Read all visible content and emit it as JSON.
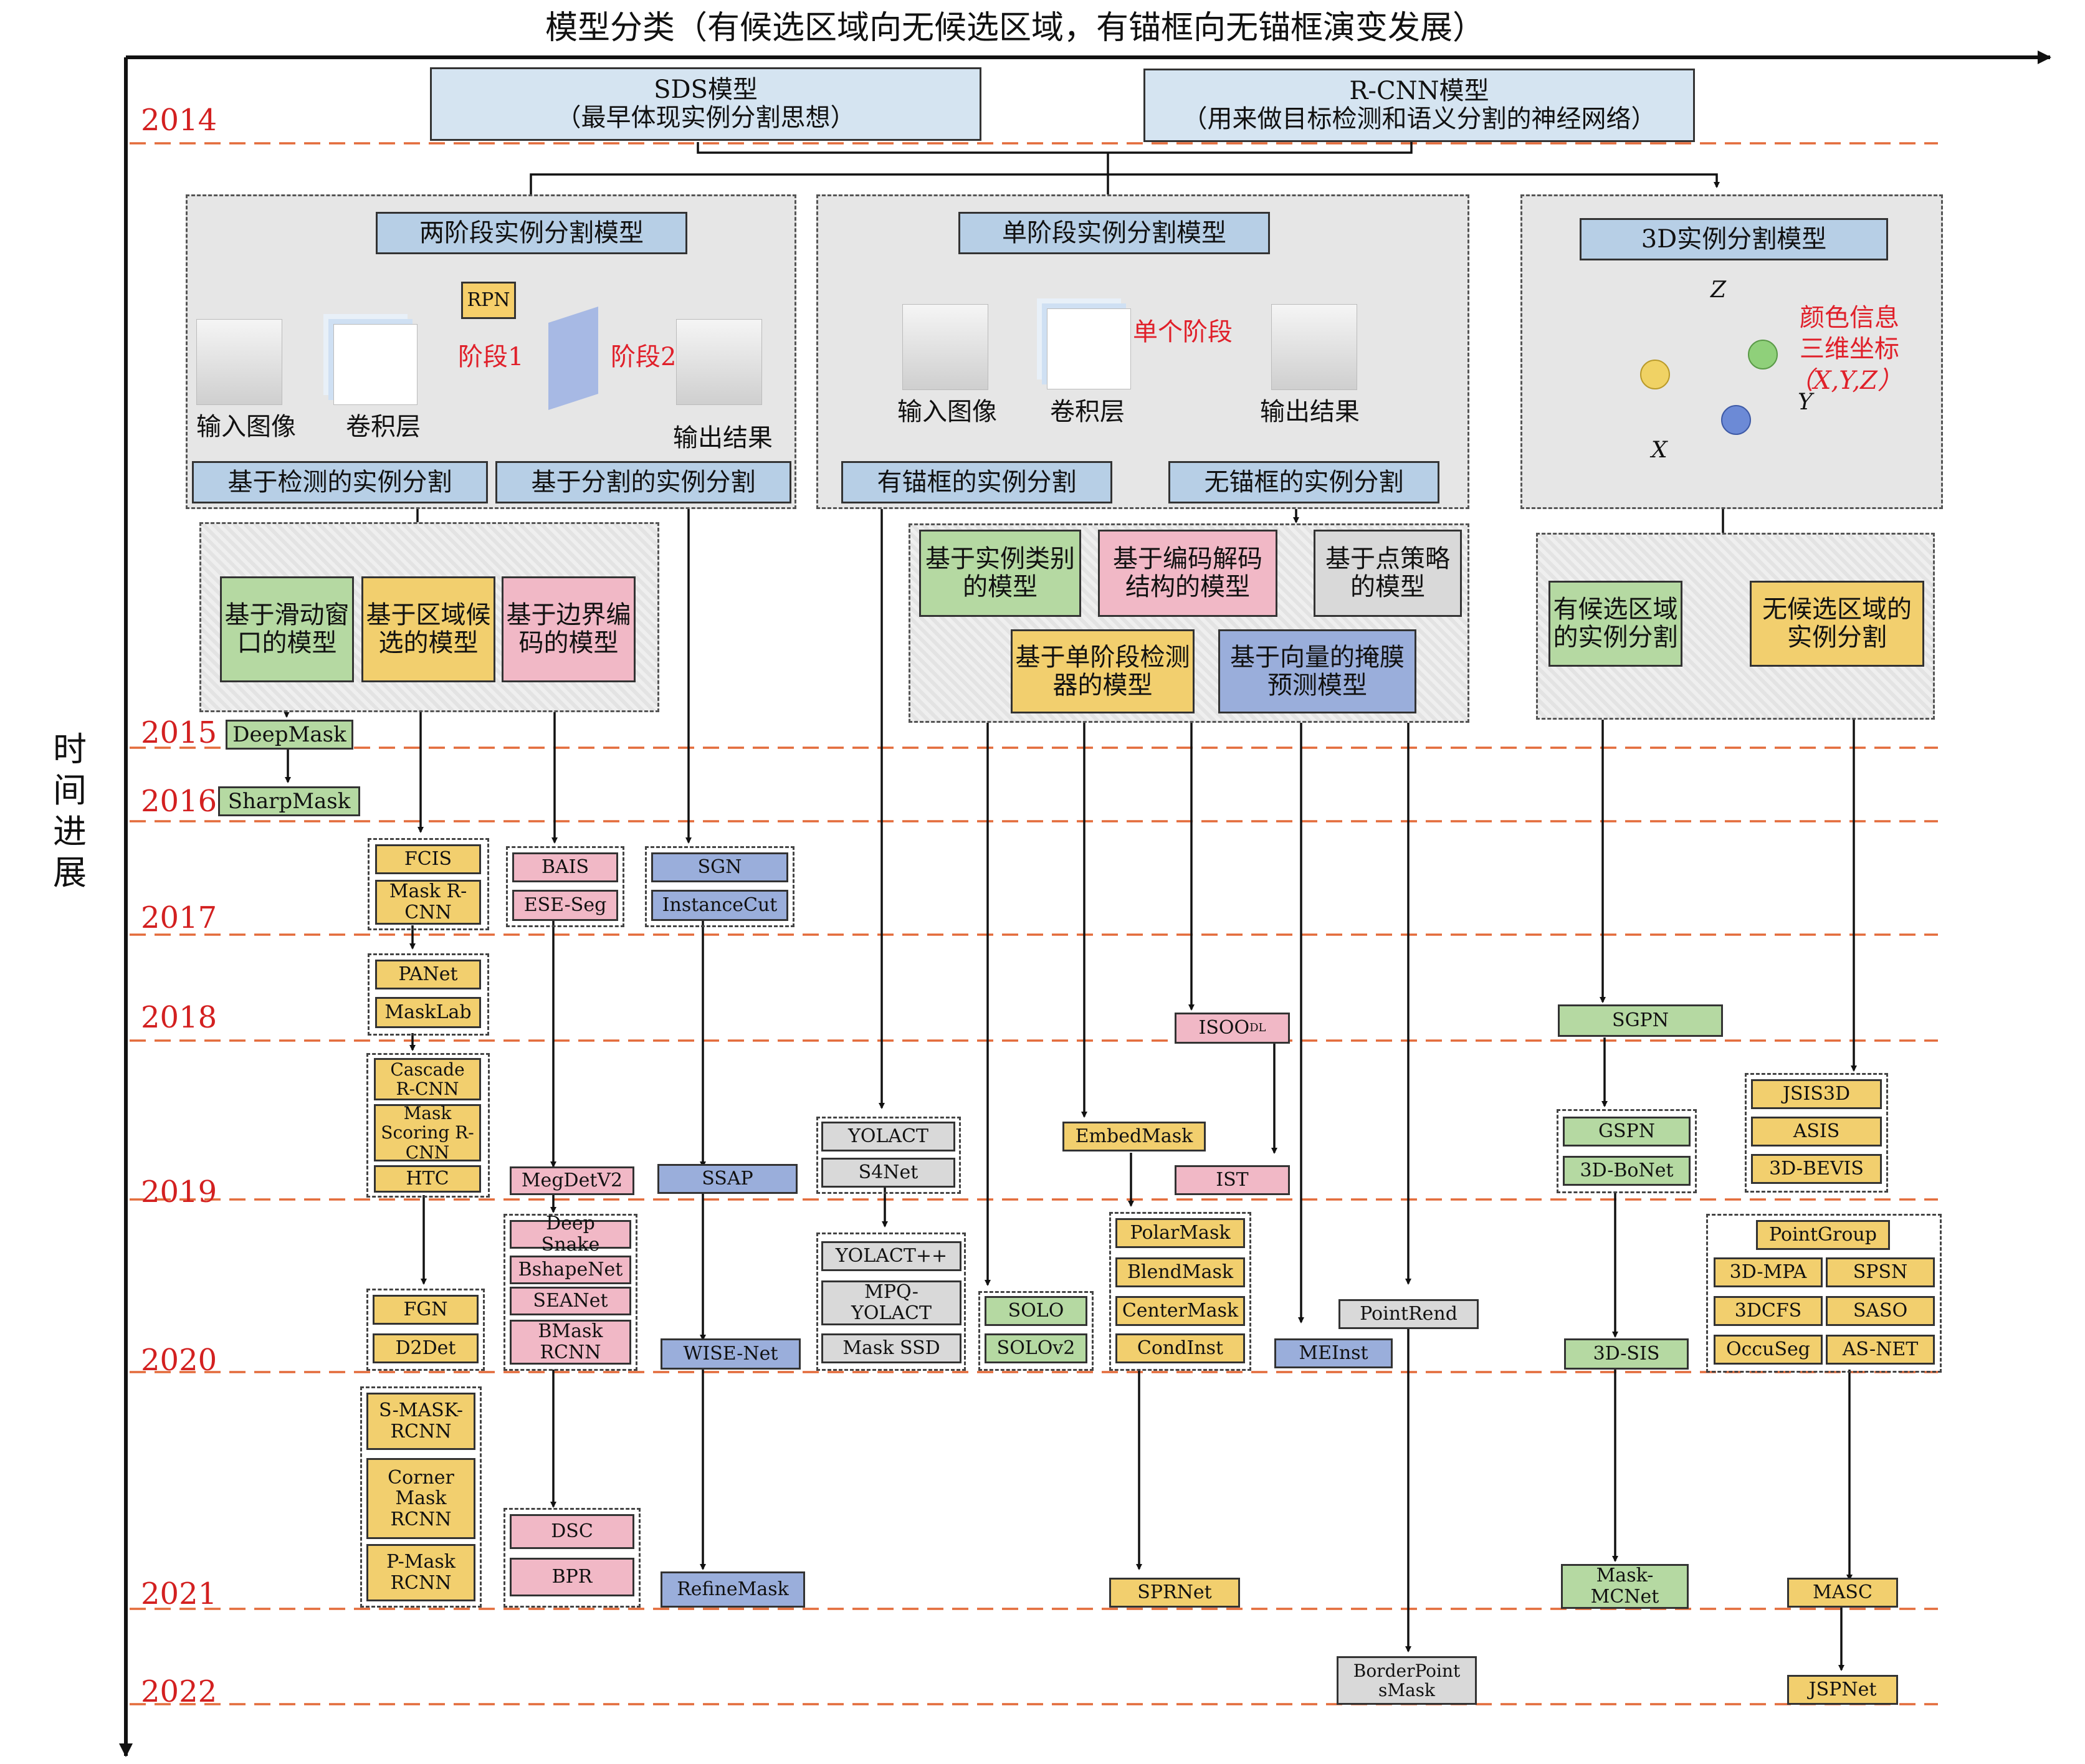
{
  "title": "模型分类（有候选区域向无候选区域，有锚框向无锚框演变发展）",
  "time_axis": "时间进展",
  "years": [
    "2014",
    "2015",
    "2016",
    "2017",
    "2018",
    "2019",
    "2020",
    "2021",
    "2022"
  ],
  "roots": {
    "sds": {
      "line1": "SDS模型",
      "line2": "（最早体现实例分割思想）"
    },
    "rcnn": {
      "line1": "R-CNN模型",
      "line2": "（用来做目标检测和语义分割的神经网络）"
    }
  },
  "panels": {
    "two_stage": {
      "title": "两阶段实例分割模型",
      "rpn": "RPN",
      "stage1": "阶段1",
      "stage2": "阶段2",
      "input": "输入图像",
      "conv": "卷积层",
      "output": "输出结果",
      "det": "基于检测的实例分割",
      "seg": "基于分割的实例分割"
    },
    "one_stage": {
      "title": "单阶段实例分割模型",
      "single": "单个阶段",
      "input": "输入图像",
      "conv": "卷积层",
      "output": "输出结果",
      "anchor": "有锚框的实例分割",
      "anchorfree": "无锚框的实例分割"
    },
    "three_d": {
      "title": "3D实例分割模型",
      "info1": "颜色信息",
      "info2": "三维坐标",
      "info3": "（X,Y,Z）",
      "z": "Z",
      "y": "Y",
      "x": "X"
    }
  },
  "categories": {
    "sliding": "基于滑动窗口的模型",
    "region": "基于区域候选的模型",
    "boundary": "基于边界编码的模型",
    "instclass": "基于实例类别的模型",
    "encdec": "基于编码解码结构的模型",
    "pointstrat": "基于点策略的模型",
    "singledet": "基于单阶段检测器的模型",
    "vector": "基于向量的掩膜预测模型",
    "withprop": "有候选区域的实例分割",
    "noprop": "无候选区域的实例分割"
  },
  "models": {
    "deepmask": "DeepMask",
    "sharpmask": "SharpMask",
    "fcis": "FCIS",
    "maskrcnn": "Mask R-CNN",
    "panet": "PANet",
    "masklab": "MaskLab",
    "cascade": "Cascade R-CNN",
    "scoring": "Mask Scoring R-CNN",
    "htc": "HTC",
    "fgn": "FGN",
    "d2det": "D2Det",
    "smask": "S-MASK-RCNN",
    "corner": "Corner Mask RCNN",
    "pmask": "P-Mask RCNN",
    "bais": "BAIS",
    "eseseg": "ESE-Seg",
    "megdet": "MegDetV2",
    "deepsnake": "Deep Snake",
    "bshape": "BshapeNet",
    "seanet": "SEANet",
    "bmask": "BMask RCNN",
    "dsc": "DSC",
    "bpr": "BPR",
    "sgn": "SGN",
    "instcut": "InstanceCut",
    "ssap": "SSAP",
    "wisenet": "WISE-Net",
    "refinemask": "RefineMask",
    "yolact": "YOLACT",
    "s4net": "S4Net",
    "yolactpp": "YOLACT++",
    "mpq": "MPQ-YOLACT",
    "masssd": "Mask SSD",
    "solo": "SOLO",
    "solov2": "SOLOv2",
    "embedmask": "EmbedMask",
    "polarmask": "PolarMask",
    "blendmask": "BlendMask",
    "centermask": "CenterMask",
    "condinst": "CondInst",
    "sprnet": "SPRNet",
    "isoo": "ISOO",
    "isoo_sub": "DL",
    "ist": "IST",
    "meinst": "MEInst",
    "pointrend": "PointRend",
    "borderpoint": "BorderPoint sMask",
    "sgpn": "SGPN",
    "gspn": "GSPN",
    "bonet": "3D-BoNet",
    "sis": "3D-SIS",
    "mcnet": "Mask-MCNet",
    "jsis": "JSIS3D",
    "asis": "ASIS",
    "bevis": "3D-BEVIS",
    "pointgroup": "PointGroup",
    "mpa": "3D-MPA",
    "spsn": "SPSN",
    "dcfs": "3DCFS",
    "saso": "SASO",
    "occuseg": "OccuSeg",
    "asnet": "AS-NET",
    "masc": "MASC",
    "jsp": "JSPNet"
  },
  "colors": {
    "year": "#d32020",
    "dash": "#e36b3a",
    "blue": "#b7cfe6",
    "green": "#b5d9a2",
    "yellow": "#f2cf6e",
    "pink": "#f1b8c6",
    "gray": "#d9d9d9",
    "violet": "#9aaedb"
  }
}
